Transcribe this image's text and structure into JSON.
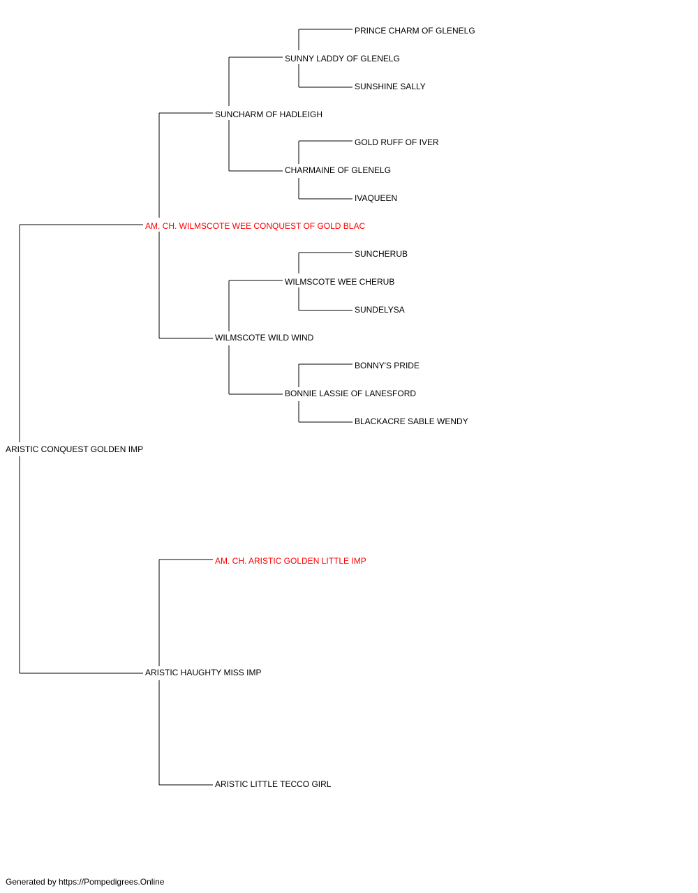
{
  "colors": {
    "line": "#000000",
    "normal_text": "#000000",
    "champion_text": "#ff0000",
    "background": "#ffffff"
  },
  "pedigree": {
    "subject": {
      "name": "ARISTIC CONQUEST GOLDEN IMP",
      "champion": false
    },
    "sire": {
      "name": "AM. CH. WILMSCOTE WEE CONQUEST OF GOLD BLAC",
      "champion": true
    },
    "dam": {
      "name": "ARISTIC HAUGHTY MISS IMP",
      "champion": false
    },
    "sire_sire": {
      "name": "SUNCHARM OF HADLEIGH",
      "champion": false
    },
    "sire_dam": {
      "name": "WILMSCOTE WILD WIND",
      "champion": false
    },
    "dam_sire": {
      "name": "AM. CH. ARISTIC GOLDEN LITTLE IMP",
      "champion": true
    },
    "dam_dam": {
      "name": "ARISTIC LITTLE TECCO GIRL",
      "champion": false
    },
    "sss": {
      "name": "SUNNY LADDY OF GLENELG",
      "champion": false
    },
    "ssd": {
      "name": "CHARMAINE OF GLENELG",
      "champion": false
    },
    "sds": {
      "name": "WILMSCOTE WEE CHERUB",
      "champion": false
    },
    "sdd": {
      "name": "BONNIE LASSIE OF LANESFORD",
      "champion": false
    },
    "ssss": {
      "name": "PRINCE CHARM OF GLENELG",
      "champion": false
    },
    "sssd": {
      "name": "SUNSHINE SALLY",
      "champion": false
    },
    "ssds": {
      "name": "GOLD RUFF OF IVER",
      "champion": false
    },
    "ssdd": {
      "name": "IVAQUEEN",
      "champion": false
    },
    "sdss": {
      "name": "SUNCHERUB",
      "champion": false
    },
    "sdsd": {
      "name": "SUNDELYSA",
      "champion": false
    },
    "sdds": {
      "name": "BONNY'S PRIDE",
      "champion": false
    },
    "sddd": {
      "name": "BLACKACRE SABLE WENDY",
      "champion": false
    }
  },
  "footer": "Generated by https://Pompedigrees.Online"
}
